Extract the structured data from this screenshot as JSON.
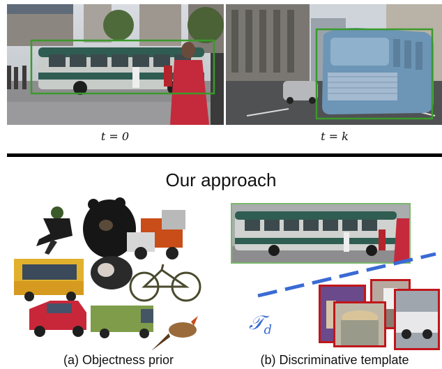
{
  "top": {
    "frame_left_label": "t = 0",
    "frame_right_label": "t = k"
  },
  "approach_title": "Our approach",
  "panel_a": {
    "caption": "(a) Objectness prior"
  },
  "panel_b": {
    "caption": "(b) Discriminative template",
    "template_symbol": "𝒯",
    "template_subscript": "d"
  },
  "colors": {
    "green_box": "#3a9a2a",
    "red_box": "#c0161b",
    "dash_line": "#3a6ad4",
    "divider": "#000000"
  }
}
